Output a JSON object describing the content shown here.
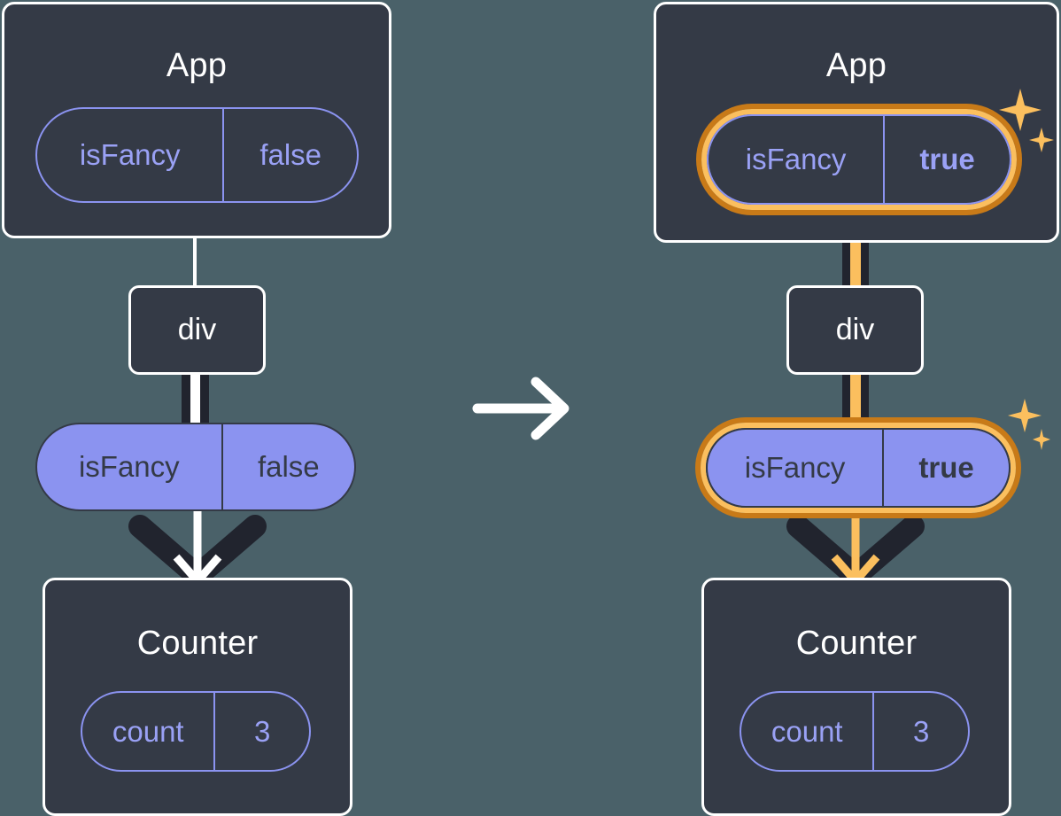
{
  "diagram": {
    "title": "React state update propagation diagram",
    "background_color": "#4A6169",
    "panel_color": "#343A46",
    "accent_purple": "#8B93F0",
    "accent_orange_dark": "#C87A18",
    "accent_orange_light": "#FBBF5E",
    "wire_dark": "#21242E",
    "transition_arrow_icon": "arrow-right-icon",
    "sparkle_icon": "sparkle-icon"
  },
  "before": {
    "app": {
      "title": "App",
      "state_pill": {
        "key": "isFancy",
        "value": "false",
        "highlighted": false,
        "bold_value": false
      }
    },
    "div": {
      "label": "div"
    },
    "props_pill": {
      "key": "isFancy",
      "value": "false",
      "highlighted": false,
      "bold_value": false
    },
    "counter": {
      "title": "Counter",
      "state_pill": {
        "key": "count",
        "value": "3",
        "highlighted": false,
        "bold_value": false
      }
    },
    "flow_color": "#FFFFFF"
  },
  "after": {
    "app": {
      "title": "App",
      "state_pill": {
        "key": "isFancy",
        "value": "true",
        "highlighted": true,
        "bold_value": true
      }
    },
    "div": {
      "label": "div"
    },
    "props_pill": {
      "key": "isFancy",
      "value": "true",
      "highlighted": true,
      "bold_value": true
    },
    "counter": {
      "title": "Counter",
      "state_pill": {
        "key": "count",
        "value": "3",
        "highlighted": false,
        "bold_value": false
      }
    },
    "flow_color": "#FBBF5E"
  }
}
